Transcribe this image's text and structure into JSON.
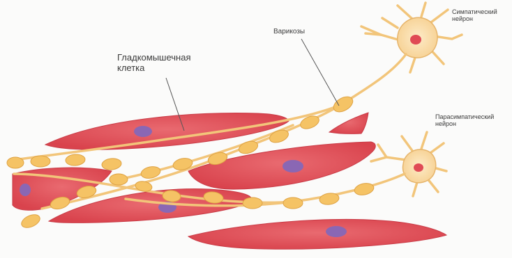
{
  "labels": {
    "smooth_muscle_cell": "Гладкомышечная\nклетка",
    "varicosities": "Варикозы",
    "sympathetic_neuron": "Симпатический\nнейрон",
    "parasympathetic_neuron": "Парасимпатический\nнейрон"
  },
  "colors": {
    "muscle_fill": "#e2525a",
    "muscle_edge": "#c93c47",
    "nucleus": "#8a67b4",
    "neuron_fill": "#f9d9a0",
    "neuron_edge": "#e6b46a",
    "varicosity": "#f5c365",
    "varicosity_edge": "#dea243",
    "axon": "#f2c57a",
    "neuron_nucleus": "#e04a55",
    "leader_line": "#555555"
  }
}
